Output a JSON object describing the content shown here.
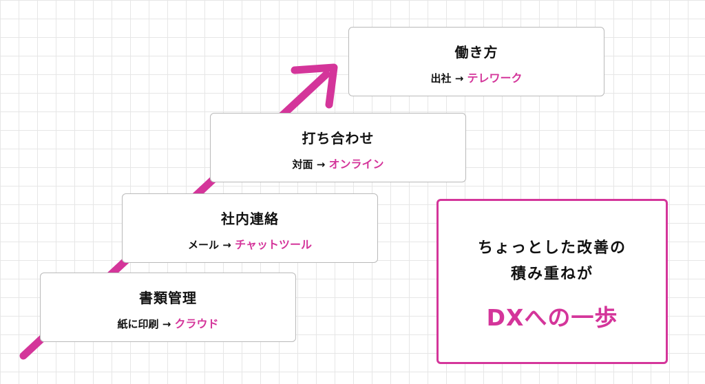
{
  "colors": {
    "accent": "#d4359a",
    "text": "#111111",
    "card_border": "#b9b9b9",
    "grid_line": "#e6e6e6"
  },
  "arrow_icon": "diagonal-up-right-arrow",
  "steps": [
    {
      "title": "書類管理",
      "before": "紙に印刷",
      "arrow": "→",
      "after": "クラウド"
    },
    {
      "title": "社内連絡",
      "before": "メール",
      "arrow": "→",
      "after": "チャットツール"
    },
    {
      "title": "打ち合わせ",
      "before": "対面",
      "arrow": "→",
      "after": "オンライン"
    },
    {
      "title": "働き方",
      "before": "出社",
      "arrow": "→",
      "after": "テレワーク"
    }
  ],
  "summary": {
    "line1": "ちょっとした改善の",
    "line2": "積み重ねが",
    "highlight": "DXへの一歩"
  }
}
